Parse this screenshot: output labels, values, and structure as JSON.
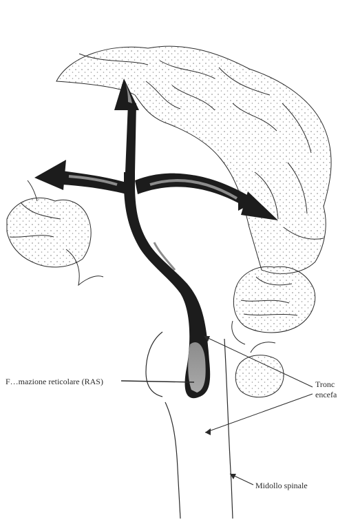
{
  "labels": {
    "ras": "F…mazione reticolare (RAS)",
    "tronco_line1": "Tronc",
    "tronco_line2": "encefa",
    "midollo": "Midollo spinale"
  },
  "colors": {
    "ink": "#2a2a2a",
    "arrow_dark": "#1c1c1c",
    "arrow_mid": "#8c8c8c",
    "stipple": "#9a9a9a",
    "stem_fill": "#eeeeee"
  }
}
